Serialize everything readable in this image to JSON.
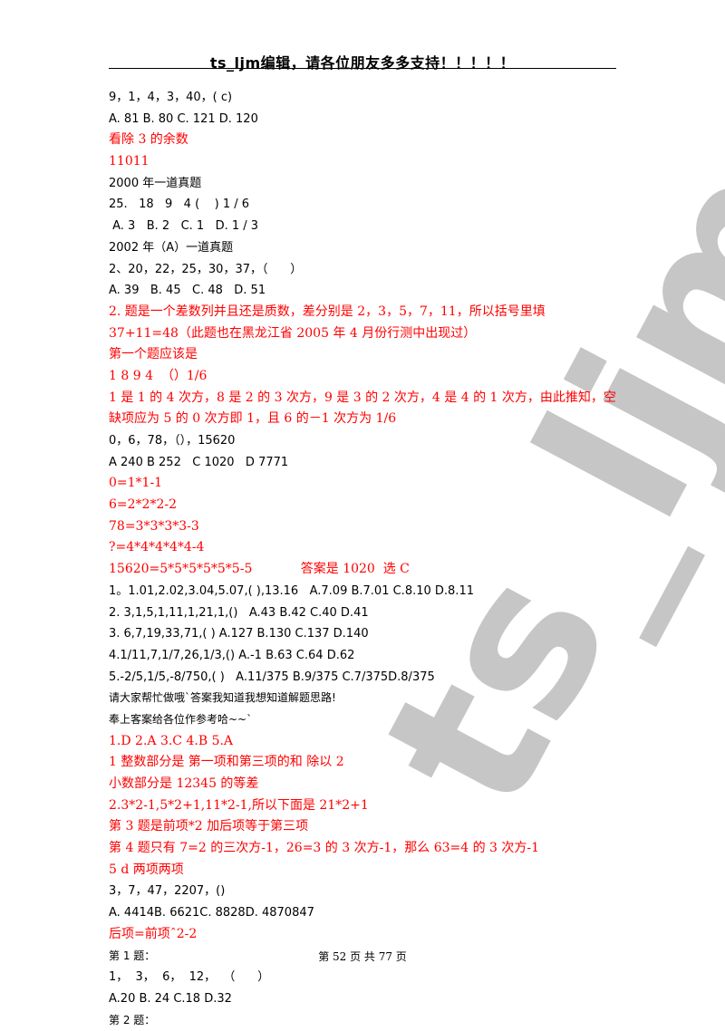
{
  "header": {
    "title": "ts_ljm编辑，请各位朋友多多支持！！！！！"
  },
  "watermark": {
    "text": "ts_ljm"
  },
  "lines": [
    {
      "text": "9，1，4，3，40，( c)",
      "color": "black"
    },
    {
      "text": "A. 81 B. 80 C. 121 D. 120",
      "color": "black"
    },
    {
      "text": "看除 3 的余数",
      "color": "red"
    },
    {
      "text": "11011",
      "color": "red"
    },
    {
      "text": "2000 年一道真题",
      "color": "black"
    },
    {
      "text": "25.   18   9   4 (    ) 1 / 6",
      "color": "black"
    },
    {
      "text": " A. 3   B. 2   C. 1   D. 1 / 3",
      "color": "black"
    },
    {
      "text": "2002 年（A）一道真题",
      "color": "black"
    },
    {
      "text": "2、20，22，25，30，37，（      ）",
      "color": "black"
    },
    {
      "text": "A. 39   B. 45   C. 48   D. 51",
      "color": "black"
    },
    {
      "text": "2. 题是一个差数列并且还是质数，差分别是 2，3，5，7，11，所以括号里填",
      "color": "red"
    },
    {
      "text": "37+11=48（此题也在黑龙江省 2005 年 4 月份行测中出现过）",
      "color": "red"
    },
    {
      "text": "第一个题应该是",
      "color": "red"
    },
    {
      "text": "1 8 9 4  （）1/6",
      "color": "red"
    },
    {
      "text": "1 是 1 的 4 次方，8 是 2 的 3 次方，9 是 3 的 2 次方，4 是 4 的 1 次方，由此推知，空",
      "color": "red"
    },
    {
      "text": "缺项应为 5 的 0 次方即 1，且 6 的－1 次方为 1/6",
      "color": "red"
    },
    {
      "text": "0，6，78，（），15620",
      "color": "black"
    },
    {
      "text": "A 240 B 252   C 1020   D 7771",
      "color": "black"
    },
    {
      "text": "0=1*1-1",
      "color": "red"
    },
    {
      "text": "6=2*2*2-2",
      "color": "red"
    },
    {
      "text": "78=3*3*3*3-3",
      "color": "red"
    },
    {
      "text": "?=4*4*4*4*4-4",
      "color": "red"
    },
    {
      "text": "15620=5*5*5*5*5*5-5            答案是 1020  选 C",
      "color": "red"
    },
    {
      "text": "1。1.01,2.02,3.04,5.07,( ),13.16   A.7.09 B.7.01 C.8.10 D.8.11",
      "color": "black"
    },
    {
      "text": "2. 3,1,5,1,11,1,21,1,()   A.43 B.42 C.40 D.41",
      "color": "black"
    },
    {
      "text": "3. 6,7,19,33,71,( ) A.127 B.130 C.137 D.140",
      "color": "black"
    },
    {
      "text": "4.1/11,7,1/7,26,1/3,() A.-1 B.63 C.64 D.62",
      "color": "black"
    },
    {
      "text": "5.-2/5,1/5,-8/750,( )   A.11/375 B.9/375 C.7/375D.8/375",
      "color": "black"
    },
    {
      "text": "请大家帮忙做哦`答案我知道我想知道解题思路!",
      "color": "black",
      "small": true
    },
    {
      "text": "奉上客案给各位作参考哈~~`",
      "color": "black",
      "small": true
    },
    {
      "text": "1.D 2.A 3.C 4.B 5.A",
      "color": "red"
    },
    {
      "text": "1 整数部分是 第一项和第三项的和 除以 2",
      "color": "red"
    },
    {
      "text": "小数部分是 12345 的等差",
      "color": "red"
    },
    {
      "text": "2.3*2-1,5*2+1,11*2-1,所以下面是 21*2+1",
      "color": "red"
    },
    {
      "text": "第 3 题是前项*2 加后项等于第三项",
      "color": "red"
    },
    {
      "text": "第 4 题只有 7=2 的三次方-1，26=3 的 3 次方-1，那么 63=4 的 3 次方-1",
      "color": "red"
    },
    {
      "text": "5 d 两项两项",
      "color": "red"
    },
    {
      "text": "3，7，47，2207，()",
      "color": "black"
    },
    {
      "text": "A. 4414B. 6621C. 8828D. 4870847",
      "color": "black"
    },
    {
      "text": "后项=前项ˆ2-2",
      "color": "red"
    },
    {
      "text": "第 1 题：",
      "color": "black",
      "small": true
    },
    {
      "text": "1，  3，  6，  12，  （      ）",
      "color": "black"
    },
    {
      "text": "A.20 B. 24 C.18 D.32",
      "color": "black"
    },
    {
      "text": "第 2 题：",
      "color": "black",
      "small": true
    }
  ],
  "footer": {
    "page_text": "第 52 页 共 77 页"
  }
}
